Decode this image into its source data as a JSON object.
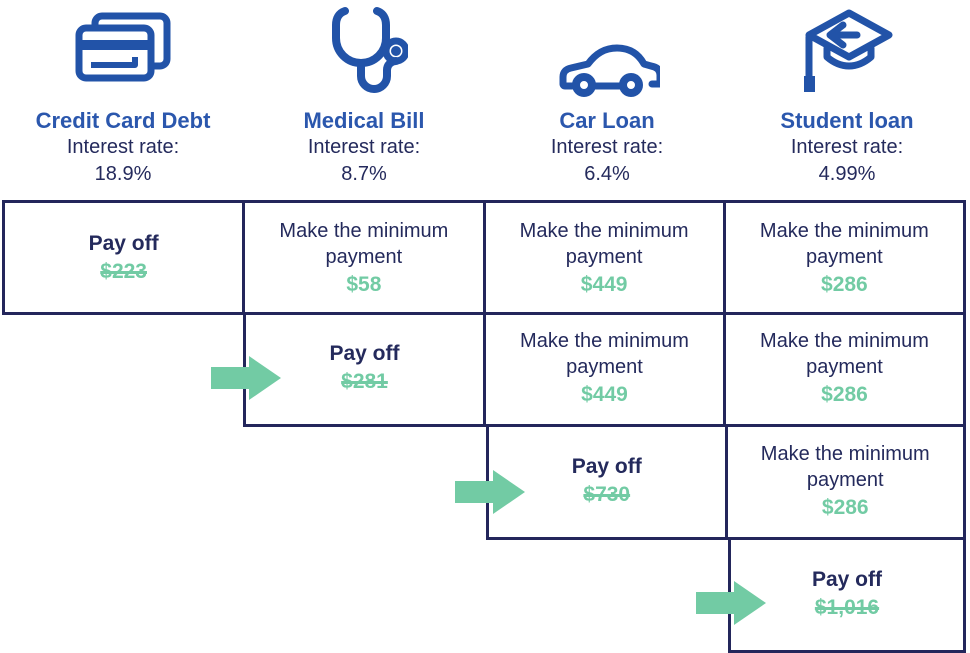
{
  "colors": {
    "title_blue": "#2B57AD",
    "icon_blue": "#2253A8",
    "navy": "#242A5C",
    "green": "#72CBA4",
    "border_navy": "#23265B"
  },
  "labels": {
    "payoff": "Pay off",
    "minimum": "Make the minimum payment",
    "interest": "Interest rate:"
  },
  "columns": [
    {
      "title": "Credit Card Debt",
      "interest_label": "Interest rate:",
      "rate": "18.9%",
      "icon": "credit-card-icon"
    },
    {
      "title": "Medical Bill",
      "interest_label": "Interest rate:",
      "rate": "8.7%",
      "icon": "stethoscope-icon"
    },
    {
      "title": "Car Loan",
      "interest_label": "Interest rate:",
      "rate": "6.4%",
      "icon": "car-icon"
    },
    {
      "title": "Student loan",
      "interest_label": "Interest rate:",
      "rate": "4.99%",
      "icon": "graduation-cap-icon"
    }
  ],
  "rows": [
    {
      "cells": [
        {
          "type": "payoff",
          "label": "Pay off",
          "amount": "$223",
          "struck": true
        },
        {
          "type": "minimum",
          "label": "Make the minimum payment",
          "amount": "$58"
        },
        {
          "type": "minimum",
          "label": "Make the minimum payment",
          "amount": "$449"
        },
        {
          "type": "minimum",
          "label": "Make the minimum payment",
          "amount": "$286"
        }
      ]
    },
    {
      "arrow": true,
      "cells": [
        {
          "type": "payoff",
          "label": "Pay off",
          "amount": "$281",
          "struck": true
        },
        {
          "type": "minimum",
          "label": "Make the minimum payment",
          "amount": "$449"
        },
        {
          "type": "minimum",
          "label": "Make the minimum payment",
          "amount": "$286"
        }
      ]
    },
    {
      "arrow": true,
      "cells": [
        {
          "type": "payoff",
          "label": "Pay off",
          "amount": "$730",
          "struck": true
        },
        {
          "type": "minimum",
          "label": "Make the minimum payment",
          "amount": "$286"
        }
      ]
    },
    {
      "arrow": true,
      "cells": [
        {
          "type": "payoff",
          "label": "Pay off",
          "amount": "$1,016",
          "struck": true
        }
      ]
    }
  ]
}
